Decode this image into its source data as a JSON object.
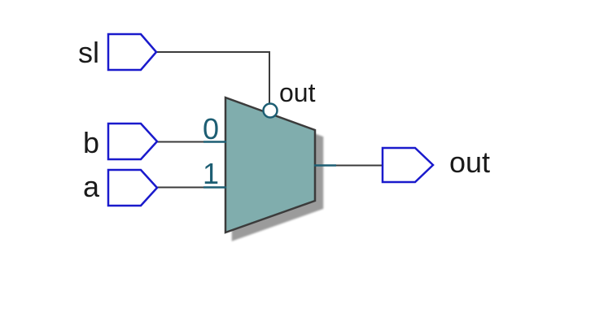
{
  "colors": {
    "background": "#ffffff",
    "wire": "#3b3b3b",
    "port_outline": "#1a1acc",
    "port_fill": "#ffffff",
    "cell_fill": "#80adad",
    "cell_outline": "#3b3b3b",
    "cell_accent": "#1d5e73",
    "cell_shadow": "#9b9b9b",
    "label_text": "#1a1a1a"
  },
  "schematic": {
    "cell": {
      "type": "mux",
      "label": "out",
      "input_labels": [
        "0",
        "1"
      ]
    },
    "ports": [
      {
        "id": "sl",
        "label": "sl",
        "direction": "input"
      },
      {
        "id": "b",
        "label": "b",
        "direction": "input"
      },
      {
        "id": "a",
        "label": "a",
        "direction": "input"
      },
      {
        "id": "out",
        "label": "out",
        "direction": "output"
      }
    ]
  }
}
